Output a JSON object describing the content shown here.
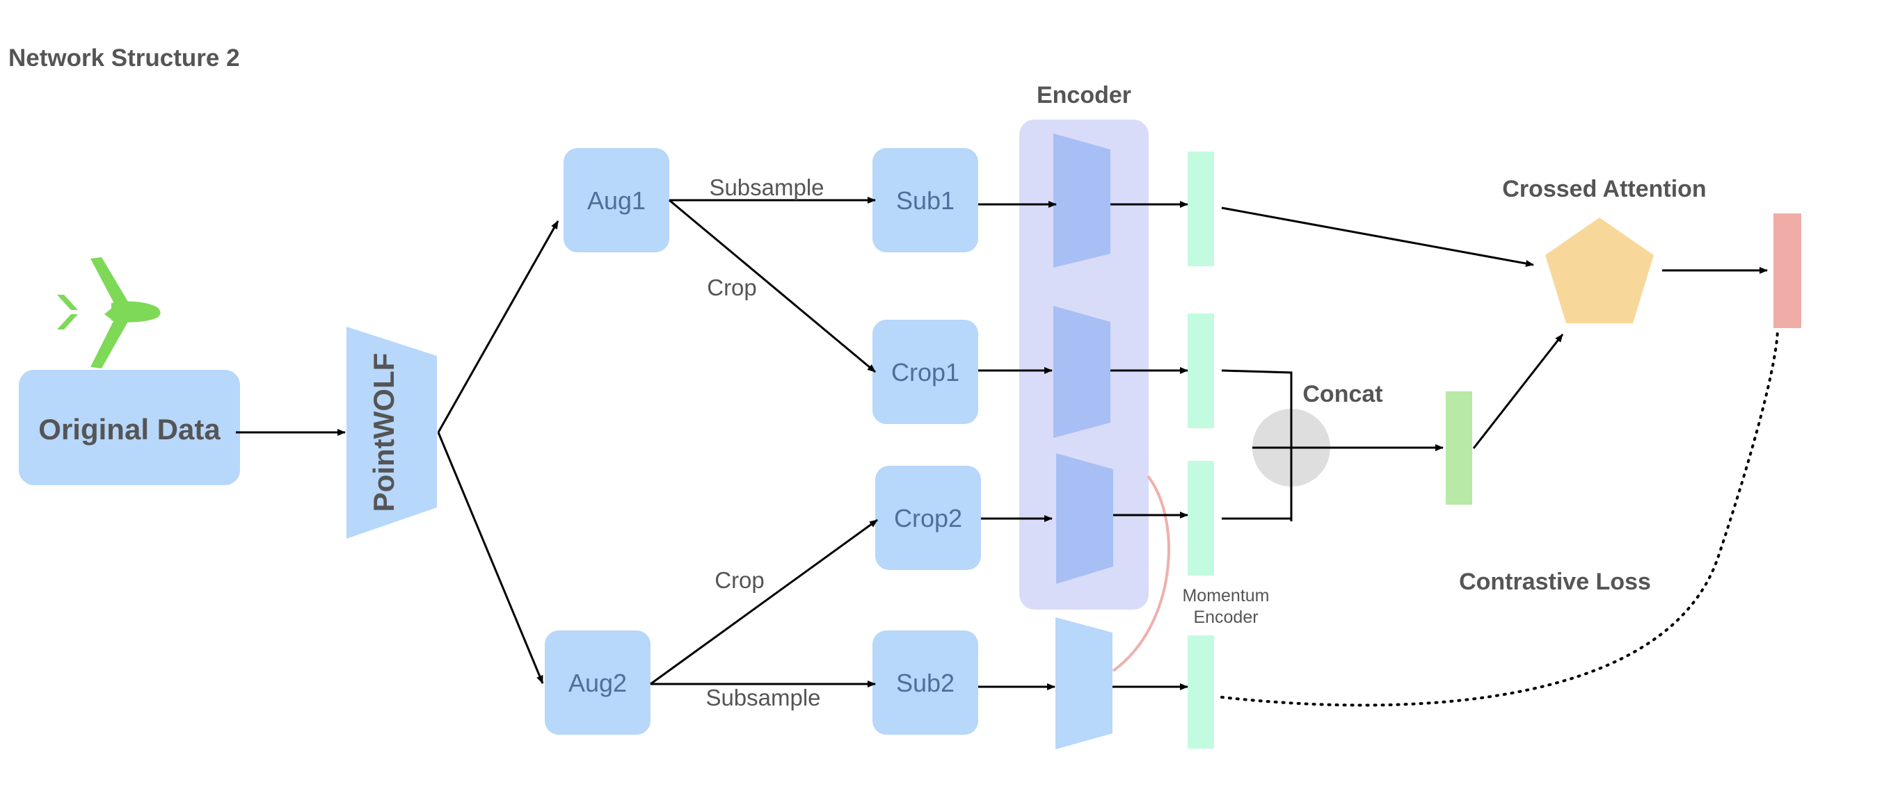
{
  "title": "Network Structure 2",
  "colors": {
    "box": "#b7d7fb",
    "encoder_panel": "#d9dcf8",
    "encoder_trap": "#a8bff5",
    "feature_green": "#c2fbe0",
    "concat_out": "#b8e9a6",
    "output_red": "#f0aca6",
    "pentagon": "#f8d89a",
    "circle": "#dedede",
    "airplane": "#7ed957",
    "momentum_arc": "#efb0ac"
  },
  "nodes": {
    "original": "Original Data",
    "pointwolf": "PointWOLF",
    "aug1": "Aug1",
    "aug2": "Aug2",
    "sub1": "Sub1",
    "crop1": "Crop1",
    "crop2": "Crop2",
    "sub2": "Sub2",
    "encoder": "Encoder",
    "momentum_line1": "Momentum",
    "momentum_line2": "Encoder",
    "concat": "Concat",
    "crossed_attention": "Crossed Attention",
    "contrastive_loss": "Contrastive Loss"
  },
  "edges": {
    "aug1_subsample": "Subsample",
    "aug1_crop": "Crop",
    "aug2_crop": "Crop",
    "aug2_subsample": "Subsample"
  }
}
